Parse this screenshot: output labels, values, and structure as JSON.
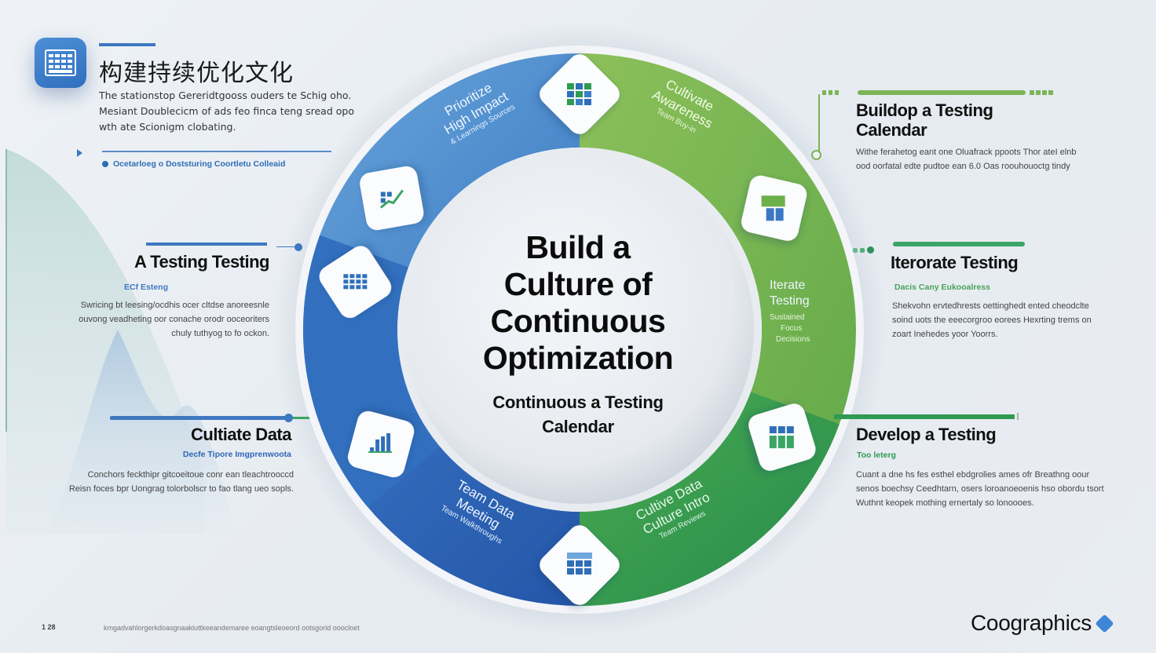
{
  "header": {
    "icon": "calendar-icon",
    "title": "构建持续优化文化",
    "description": "The stationstop Gereridtgooss ouders te Schig oho. Mesiant Doublecicm of ads feo finca teng sread opo wth ate Scionigm clobating.",
    "bullet": "Ocetarloeg o Doststuring Coortletu Colleaid"
  },
  "center": {
    "title": [
      "Build a",
      "Culture of",
      "Continuous",
      "Optimization"
    ],
    "subtitle": [
      "Continuous a Testing",
      "Calendar"
    ]
  },
  "ring": {
    "colors": {
      "blue_light": "#4f8fd0",
      "blue_dark": "#2a63b4",
      "green_light": "#7db84f",
      "green_dark": "#2f9a52"
    },
    "segments": [
      {
        "id": "prioritize",
        "lines": [
          "Prioritize",
          "High Impact"
        ],
        "small": "& Learnings Sources"
      },
      {
        "id": "cultivate-awareness",
        "lines": [
          "Cultivate",
          "Awareness"
        ],
        "small": "Team Buy-in"
      },
      {
        "id": "iterate",
        "lines": [
          "Iterate",
          "Testing"
        ],
        "small": [
          "Sustained",
          "Focus",
          "Decisions"
        ]
      },
      {
        "id": "culture-data",
        "lines": [
          "Cultive Data",
          "Culture Intro"
        ],
        "small": "Team Reviews"
      },
      {
        "id": "team-meeting",
        "lines": [
          "Team Data",
          "Meeting"
        ],
        "small": "Team Walkthroughs"
      }
    ],
    "nodes": [
      {
        "icon": "grid-chart-icon"
      },
      {
        "icon": "building-chart-icon"
      },
      {
        "icon": "table-grid-icon"
      },
      {
        "icon": "calendar-stack-icon"
      },
      {
        "icon": "bar-chart-icon"
      },
      {
        "icon": "calendar-grid-icon"
      },
      {
        "icon": "growth-arrow-icon"
      }
    ]
  },
  "left_sections": [
    {
      "title": "A Testing Testing",
      "subtitle": "ECf Esteng",
      "body": [
        "Swricing bt leesing/ocdhis ocer cltdse anoreesnle",
        "ouvong veadheting oor conache orodr ooceoriters",
        "chuly tuthyog to fo ockon."
      ]
    },
    {
      "title": "Cultiate Data",
      "subtitle": "Decfe Tipore Imgprenwoota",
      "body": [
        "Conchors feckthipr gitcoeitoue conr ean tleachtrooccd",
        "Reisn foces bpr Uongrag tolorbolscr to fao tlang ueo sopls."
      ]
    }
  ],
  "right_sections": [
    {
      "title": [
        "Buildop a Testing",
        "Calendar"
      ],
      "body": [
        "Withe ferahetog eant one Oluafrack ppoots Thor ateI elnb",
        "ood oorfatal edte pudtoe ean 6.0 Oas roouhouoctg tindy"
      ]
    },
    {
      "title": [
        "Iterorate Testing"
      ],
      "subtitle": "Dacis Cany Eukooalress",
      "body": [
        "Shekvohn ervtedhrests oettinghedt ented cheodclte",
        "soind uots the eeecorgroo eorees Hexrting trems on",
        "zoart Inehedes yoor Yoorrs."
      ]
    },
    {
      "title": [
        "Develop a Testing"
      ],
      "subtitle": "Too leterg",
      "body": [
        "Cuant a dne hs fes esthel ebdgrolies ames ofr Breathng oour",
        "senos boechsy Ceedhtarn, osers loroanoeoenis hso obordu tsort",
        "Wuthnt keopek mothing ernertaly so lonoooes."
      ]
    }
  ],
  "footer": {
    "page": "1 28",
    "text": "kmgadvahlorgerkdoasgnaakluttkeeandemaree eoangtsleoeord ootsgorid ooocloet",
    "brand": "Coographics"
  }
}
